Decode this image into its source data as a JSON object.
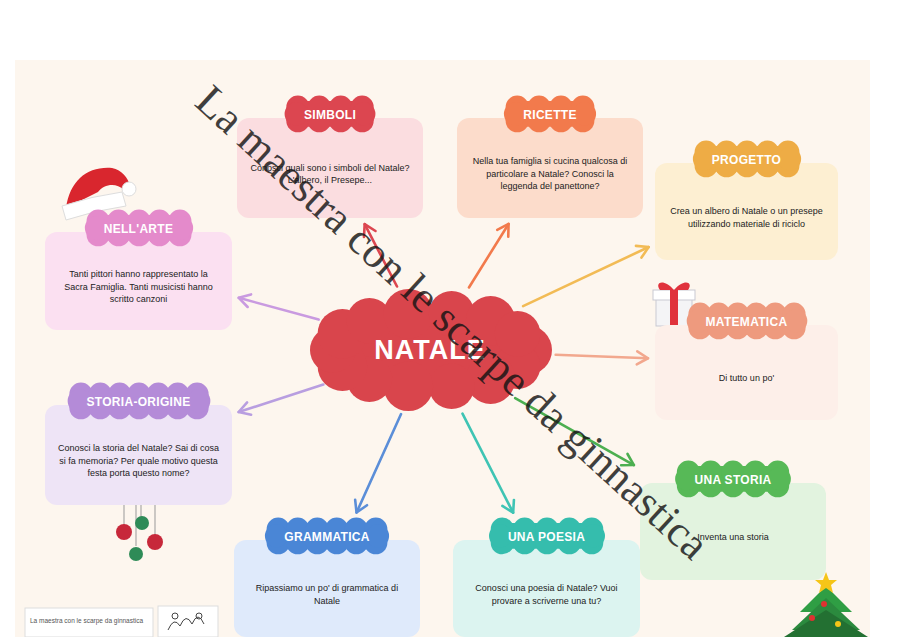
{
  "diagram": {
    "nodes": [
      {
        "text": [
          "SIMBOLI",
          "Conosci quali sono i simboli del Natale? L'albero, il Presepe..."
        ]
      },
      {
        "text": [
          "RICETTE",
          "Nella tua famiglia si cucina qualcosa di particolare a Natale? Conosci la leggenda del panettone?"
        ]
      },
      {
        "text": [
          "PROGETTO",
          "Crea un albero di Natale o un presepe utilizzando materiale di riciclo"
        ]
      },
      {
        "text": [
          "NELL'ARTE",
          "Tanti pittori hanno rappresentato la Sacra Famiglia. Tanti musicisti hanno scritto canzoni"
        ]
      },
      {
        "text": [
          "NATALE"
        ]
      },
      {
        "text": [
          "MATEMATICA",
          "Di tutto un po'"
        ]
      },
      {
        "text": [
          "STORIA-ORIGINE",
          "Conosci la storia del Natale? Sai di cosa si fa memoria? Per quale motivo questa festa porta questo nome?"
        ]
      },
      {
        "text": [
          "UNA STORIA",
          "Inventa una storia"
        ]
      },
      {
        "text": [
          "GRAMMATICA",
          "Ripassiamo un po' di grammatica di Natale"
        ]
      },
      {
        "text": [
          "UNA POESIA",
          "Conosci una poesia di Natale? Vuoi provare a scriverne una tu?"
        ]
      }
    ],
    "edges": [
      {
        "from": 4,
        "to": 0,
        "arrow": "to"
      },
      {
        "from": 4,
        "to": 1,
        "arrow": "to"
      },
      {
        "from": 4,
        "to": 2,
        "arrow": "to"
      },
      {
        "from": 4,
        "to": 5,
        "arrow": "to"
      },
      {
        "from": 4,
        "to": 7,
        "arrow": "to"
      },
      {
        "from": 4,
        "to": 9,
        "arrow": "to"
      },
      {
        "from": 4,
        "to": 8,
        "arrow": "to"
      },
      {
        "from": 4,
        "to": 6,
        "arrow": "to"
      },
      {
        "from": 4,
        "to": 3,
        "arrow": "to"
      }
    ],
    "labels": [
      "La maestra con le scarpe da ginnastica",
      "La maestra con le scarpe da ginnastica"
    ]
  }
}
